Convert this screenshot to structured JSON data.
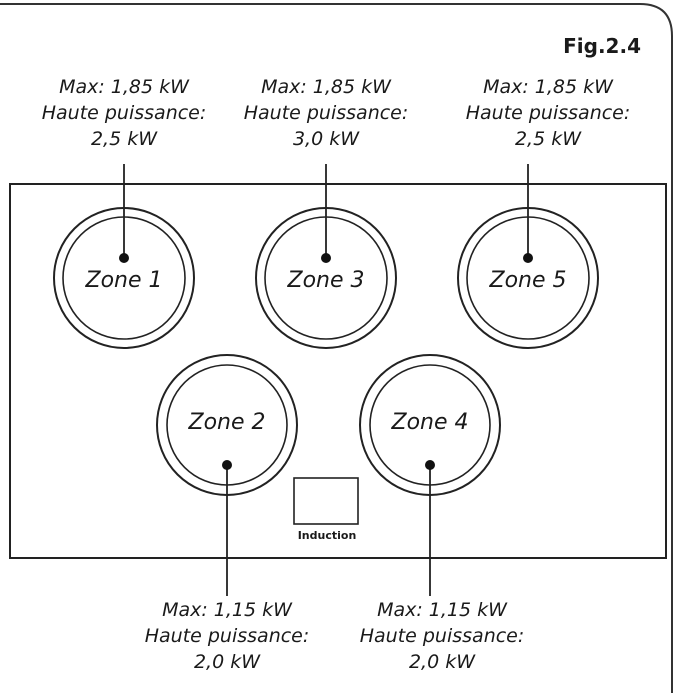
{
  "figure_label": "Fig.2.4",
  "panel_label": "Induction",
  "zones": [
    {
      "name": "Zone 1",
      "max": "Max: 1,85 kW",
      "boost_label": "Haute puissance:",
      "boost": "2,5 kW"
    },
    {
      "name": "Zone 3",
      "max": "Max: 1,85 kW",
      "boost_label": "Haute puissance:",
      "boost": "3,0 kW"
    },
    {
      "name": "Zone 5",
      "max": "Max: 1,85 kW",
      "boost_label": "Haute puissance:",
      "boost": "2,5 kW"
    },
    {
      "name": "Zone 2",
      "max": "Max: 1,15 kW",
      "boost_label": "Haute puissance:",
      "boost": "2,0 kW"
    },
    {
      "name": "Zone 4",
      "max": "Max: 1,15 kW",
      "boost_label": "Haute puissance:",
      "boost": "2,0 kW"
    }
  ]
}
